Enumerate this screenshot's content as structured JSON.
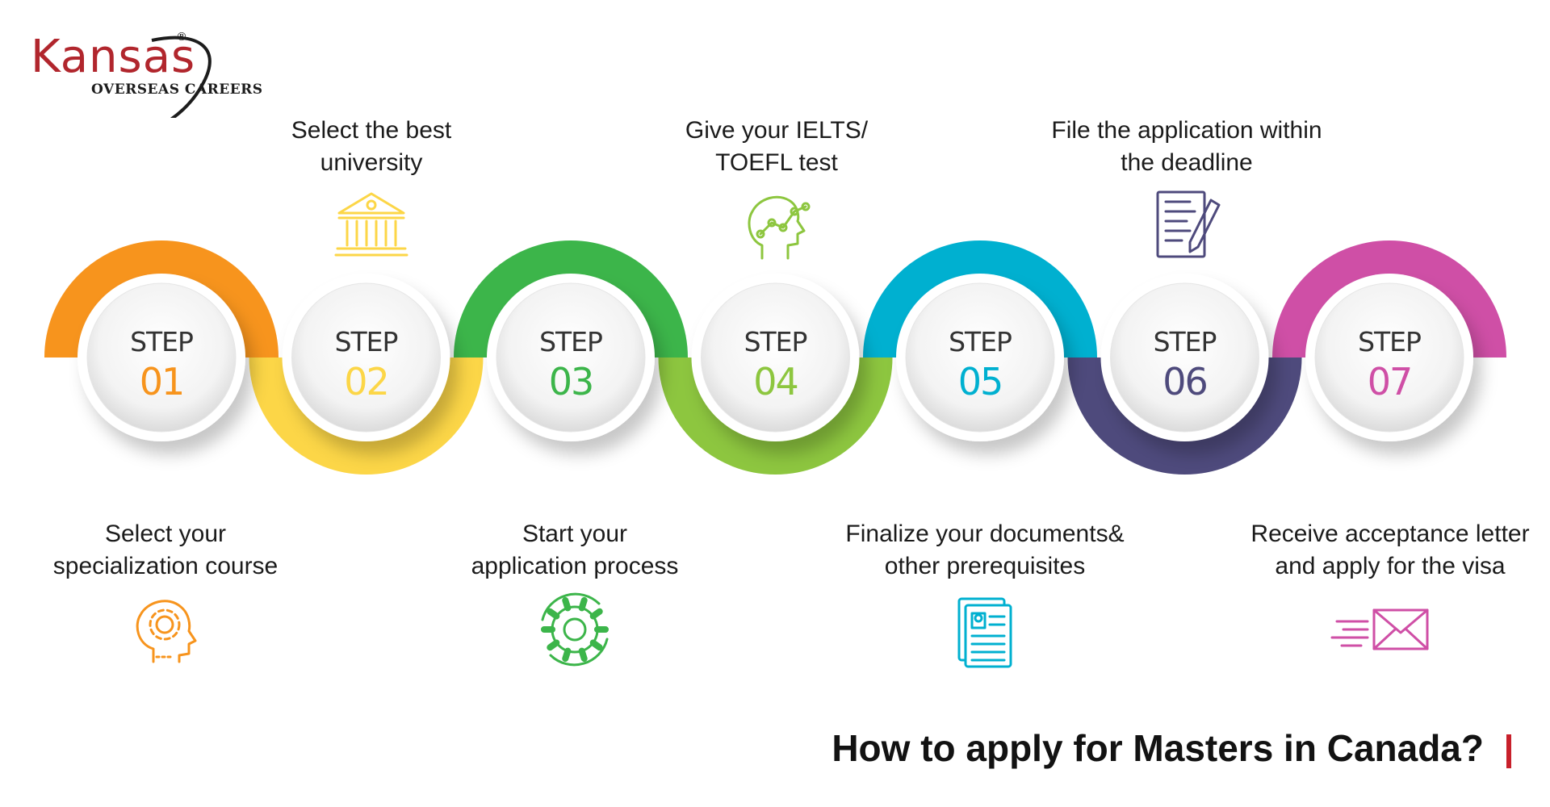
{
  "brand": {
    "name": "Kansas",
    "tagline": "OVERSEAS CAREERS",
    "registered_mark": "®",
    "color": "#b1262d"
  },
  "title": "How to apply for Masters in Canada?",
  "accent_color": "#c8202b",
  "steps": [
    {
      "word": "STEP",
      "number": "01",
      "color": "#f7941d",
      "lines": [
        "Select your",
        "specialization course"
      ],
      "icon": "head-gear-icon"
    },
    {
      "word": "STEP",
      "number": "02",
      "color": "#fcd647",
      "lines": [
        "Select the best",
        "university"
      ],
      "icon": "university-building-icon"
    },
    {
      "word": "STEP",
      "number": "03",
      "color": "#3cb54a",
      "lines": [
        "Start your",
        "application process"
      ],
      "icon": "gear-icon"
    },
    {
      "word": "STEP",
      "number": "04",
      "color": "#8dc63f",
      "lines": [
        "Give your IELTS/",
        "TOEFL test"
      ],
      "icon": "head-chart-icon"
    },
    {
      "word": "STEP",
      "number": "05",
      "color": "#00b0d0",
      "lines": [
        "Finalize your documents&",
        "other prerequisites"
      ],
      "icon": "documents-icon"
    },
    {
      "word": "STEP",
      "number": "06",
      "color": "#4e4a7c",
      "lines": [
        "File the application within",
        "the deadline"
      ],
      "icon": "form-pen-icon"
    },
    {
      "word": "STEP",
      "number": "07",
      "color": "#cf4fa6",
      "lines": [
        "Receive acceptance letter",
        "and apply for the visa"
      ],
      "icon": "envelope-icon"
    }
  ]
}
